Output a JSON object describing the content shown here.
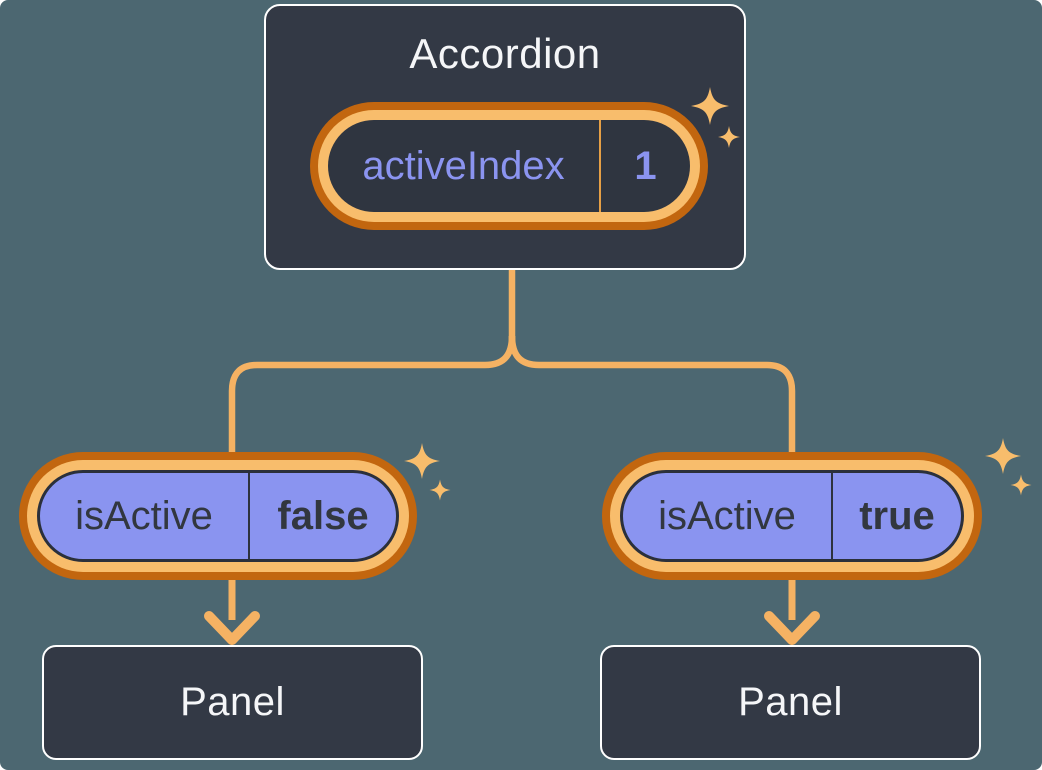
{
  "diagram": {
    "description": "React lifting-state diagram: Accordion parent holds activeIndex state, passes isActive prop to two panels",
    "colors": {
      "background": "#4c6771",
      "card_fill": "#333945",
      "card_border": "#ffffff",
      "ring_dark_orange": "#c2660f",
      "ring_light_orange": "#f8bd6c",
      "connector_orange": "#f5b263",
      "sparkle_orange": "#f8bd6c",
      "purple_fill": "#8a94f0",
      "purple_text": "#8b94f0",
      "dark_text": "#32373f",
      "white_text": "#f5f6f8"
    },
    "accordion": {
      "title": "Accordion",
      "state_pill": {
        "label": "activeIndex",
        "value": "1"
      }
    },
    "children": [
      {
        "prop_pill": {
          "label": "isActive",
          "value": "false"
        },
        "panel_label": "Panel"
      },
      {
        "prop_pill": {
          "label": "isActive",
          "value": "true"
        },
        "panel_label": "Panel"
      }
    ],
    "icons": [
      "sparkle-icon-top-large",
      "sparkle-icon-top-small",
      "sparkle-icon-left-large",
      "sparkle-icon-left-small",
      "sparkle-icon-right-large",
      "sparkle-icon-right-small",
      "down-arrow-icon-left",
      "down-arrow-icon-right"
    ]
  }
}
